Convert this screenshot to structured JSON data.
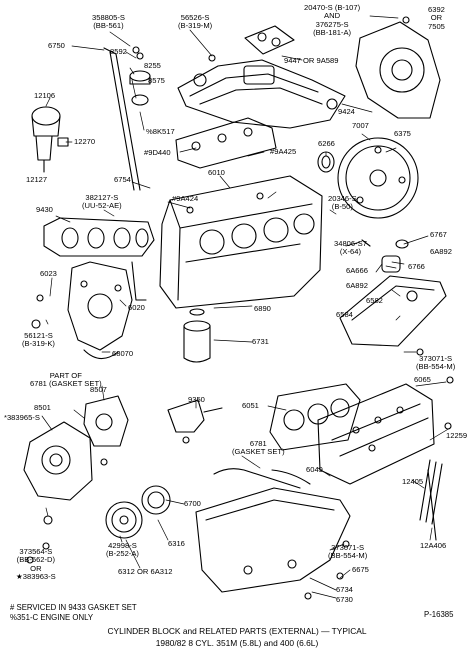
{
  "labels": {
    "l358805": "358805-S",
    "lbb561": "(BB-561)",
    "l56526": "56526-S",
    "lbb319m": "(B-319-M)",
    "l20470": "20470-S (B-107)",
    "land1": "AND",
    "l376275": "376275-S",
    "lbb181a": "(BB-181-A)",
    "l6392": "6392",
    "lor1": "OR",
    "l7505": "7505",
    "l6750": "6750",
    "l8592": "8592",
    "l8255": "8255",
    "l8575": "8575",
    "l9447": "9447 OR 9A589",
    "l12106": "12106",
    "l12270": "12270",
    "l12127": "12127",
    "l8k517": "%8K517",
    "l9424": "9424",
    "l9d440": "#9D440",
    "l9a425": "#9A425",
    "l6266": "6266",
    "l7007": "7007",
    "l6375": "6375",
    "l6754": "6754",
    "l6010": "6010",
    "l382127": "382127-S",
    "luu52ae": "(UU-52-AE)",
    "l9a424": "#9A424",
    "l20346": "20346-S",
    "lb50": "(B-50)",
    "l9430": "9430",
    "l34806": "34806-S7",
    "lx64": "(X-64)",
    "l6767": "6767",
    "l6a892a": "6A892",
    "l6a666": "6A666",
    "l6766": "6766",
    "l6a892b": "6A892",
    "l6023": "6023",
    "l6582": "6582",
    "l6584": "6584",
    "l6020": "6020",
    "l6890": "6890",
    "l56121": "56121-S",
    "lbb319k": "(B-319-K)",
    "l6731": "6731",
    "l68070": "68070",
    "l373071a": "373071-S",
    "lbb554a": "(BB-554-M)",
    "lpartof": "PART OF",
    "l6781a": "6781 (GASKET SET)",
    "l8507": "8507",
    "l9350": "9350",
    "l6065": "6065",
    "l8501": "8501",
    "l383965": "*383965-S",
    "l6051": "6051",
    "l12259": "12259",
    "l6781b": "6781",
    "lgasketset": "(GASKET SET)",
    "l6049": "6049",
    "l12405": "12405",
    "l6700": "6700",
    "l373564": "373564-S",
    "lbb562d": "(BB-562-D)",
    "lor2": "OR",
    "l383963": "★383963-S",
    "l42998": "42998-S",
    "lb252a": "(B-252-A)",
    "l6316": "6316",
    "l6312": "6312 OR 6A312",
    "l373071b": "373071-S",
    "lbb554b": "(BB-554-M)",
    "l12a406": "12A406",
    "l6675": "6675",
    "l6734": "6734",
    "l6730": "6730"
  },
  "notes": {
    "serviced": "# SERVICED IN 9433 GASKET SET",
    "engine_only": "%351-C ENGINE ONLY",
    "part_number": "P-16385"
  },
  "caption": {
    "line1": "CYLINDER BLOCK and RELATED PARTS (EXTERNAL) — TYPICAL",
    "line2": "1980/82 8 CYL. 351M (5.8L) and 400 (6.6L)"
  }
}
